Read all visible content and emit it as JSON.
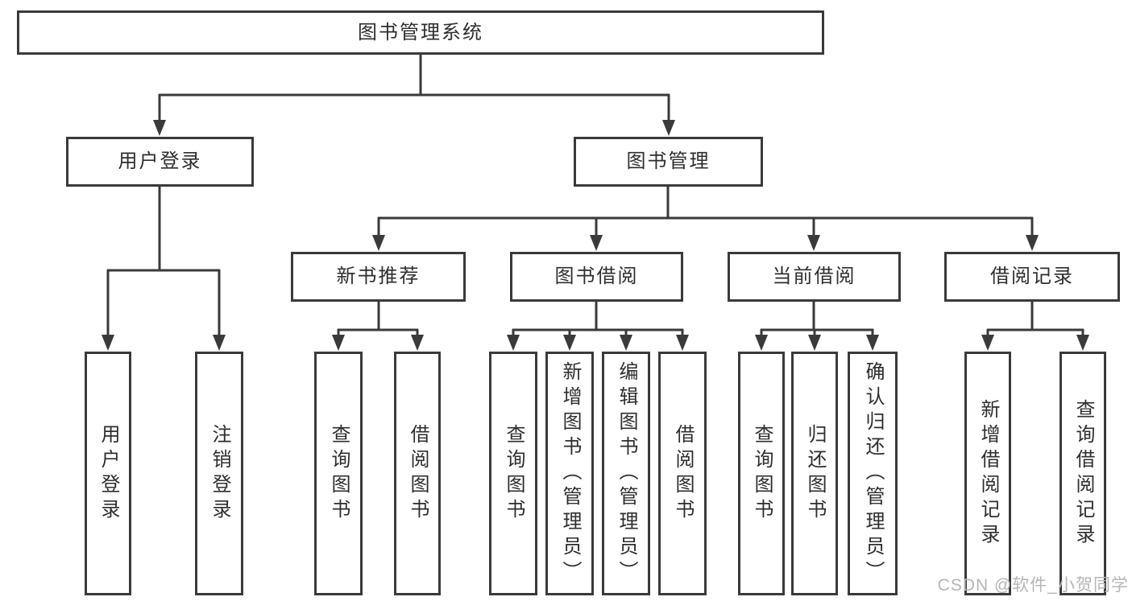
{
  "tree": {
    "label": "图书管理系统",
    "children": [
      {
        "label": "用户登录",
        "children": [
          {
            "label": "用户登录"
          },
          {
            "label": "注销登录"
          }
        ]
      },
      {
        "label": "图书管理",
        "children": [
          {
            "label": "新书推荐",
            "children": [
              {
                "label": "查询图书"
              },
              {
                "label": "借阅图书"
              }
            ]
          },
          {
            "label": "图书借阅",
            "children": [
              {
                "label": "查询图书"
              },
              {
                "label": "新增图书（管理员）"
              },
              {
                "label": "编辑图书（管理员）"
              },
              {
                "label": "借阅图书"
              }
            ]
          },
          {
            "label": "当前借阅",
            "children": [
              {
                "label": "查询图书"
              },
              {
                "label": "归还图书"
              },
              {
                "label": "确认归还（管理员）"
              }
            ]
          },
          {
            "label": "借阅记录",
            "children": [
              {
                "label": "新增借阅记录"
              },
              {
                "label": "查询借阅记录"
              }
            ]
          }
        ]
      }
    ]
  },
  "watermark": {
    "text": "CSDN @软件_小贺同学"
  },
  "colors": {
    "line": "#3a3a3a",
    "box_border": "#3a3a3a",
    "box_background": "#ffffff",
    "text": "#2e2e2e",
    "watermark": "#b5b5b5",
    "background": "#ffffff"
  }
}
